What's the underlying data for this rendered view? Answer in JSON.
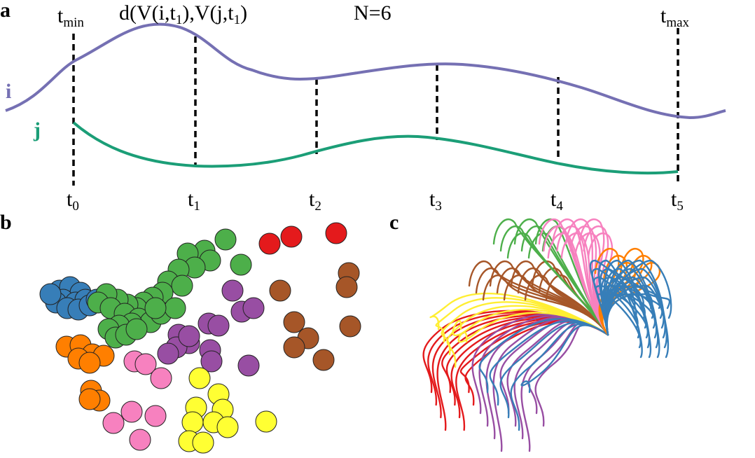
{
  "colors": {
    "curve_i": "#7570b3",
    "curve_j": "#1b9e77",
    "blue": "#377eb8",
    "green": "#4daf4a",
    "orange": "#ff7f00",
    "pink": "#f781bf",
    "purple": "#984ea3",
    "red": "#e41a1c",
    "brown": "#a65628",
    "yellow": "#ffff33",
    "yellow_line": "#ffee33"
  },
  "panels": {
    "a": {
      "letter": "a"
    },
    "b": {
      "letter": "b"
    },
    "c": {
      "letter": "c"
    }
  },
  "labels": {
    "curve_i": "i",
    "curve_j": "j",
    "t_min_base": "t",
    "t_min_sub": "min",
    "t_max_base": "t",
    "t_max_sub": "max",
    "n_count": "N=6",
    "distance_part1": "d(V(i,t",
    "distance_sub1": "1",
    "distance_part2": "),V(j,t",
    "distance_sub2": "1",
    "distance_part3": ")"
  },
  "time_ticks": [
    {
      "base": "t",
      "sub": "0"
    },
    {
      "base": "t",
      "sub": "1"
    },
    {
      "base": "t",
      "sub": "2"
    },
    {
      "base": "t",
      "sub": "3"
    },
    {
      "base": "t",
      "sub": "4"
    },
    {
      "base": "t",
      "sub": "5"
    }
  ]
}
